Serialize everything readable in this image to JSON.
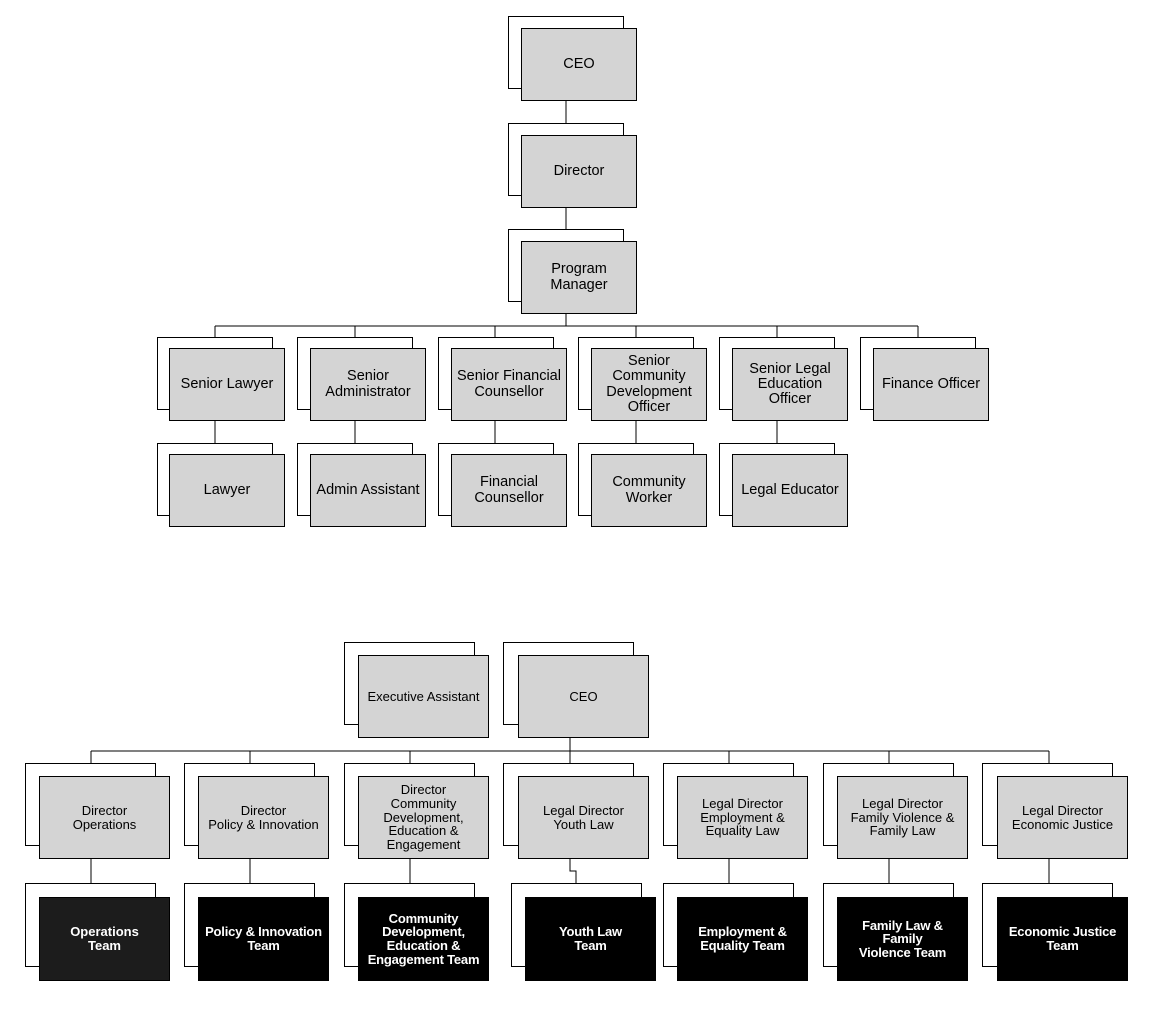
{
  "chart_top": {
    "ceo": "CEO",
    "director": "Director",
    "program_manager": "Program\nManager",
    "level3": [
      "Senior Lawyer",
      "Senior\nAdministrator",
      "Senior Financial\nCounsellor",
      "Senior\nCommunity\nDevelopment\nOfficer",
      "Senior Legal\nEducation\nOfficer",
      "Finance Officer"
    ],
    "level4": [
      "Lawyer",
      "Admin Assistant",
      "Financial\nCounsellor",
      "Community\nWorker",
      "Legal Educator"
    ]
  },
  "chart_bottom": {
    "executive_assistant": "Executive Assistant",
    "ceo": "CEO",
    "directors": [
      "Director\nOperations",
      "Director\nPolicy & Innovation",
      "Director\nCommunity\nDevelopment,\nEducation &\nEngagement",
      "Legal Director\nYouth Law",
      "Legal Director\nEmployment &\nEquality Law",
      "Legal Director\nFamily Violence &\nFamily Law",
      "Legal Director\nEconomic Justice"
    ],
    "teams": [
      "Operations\nTeam",
      "Policy & Innovation\nTeam",
      "Community\nDevelopment,\nEducation &\nEngagement Team",
      "Youth Law\nTeam",
      "Employment &\nEquality Team",
      "Family Law & Family\nViolence Team",
      "Economic Justice\nTeam"
    ]
  },
  "colors": {
    "box_fill": "#d4d4d4",
    "team_fill": "#000000",
    "operations_fill": "#1c1c1c",
    "line": "#000000"
  }
}
